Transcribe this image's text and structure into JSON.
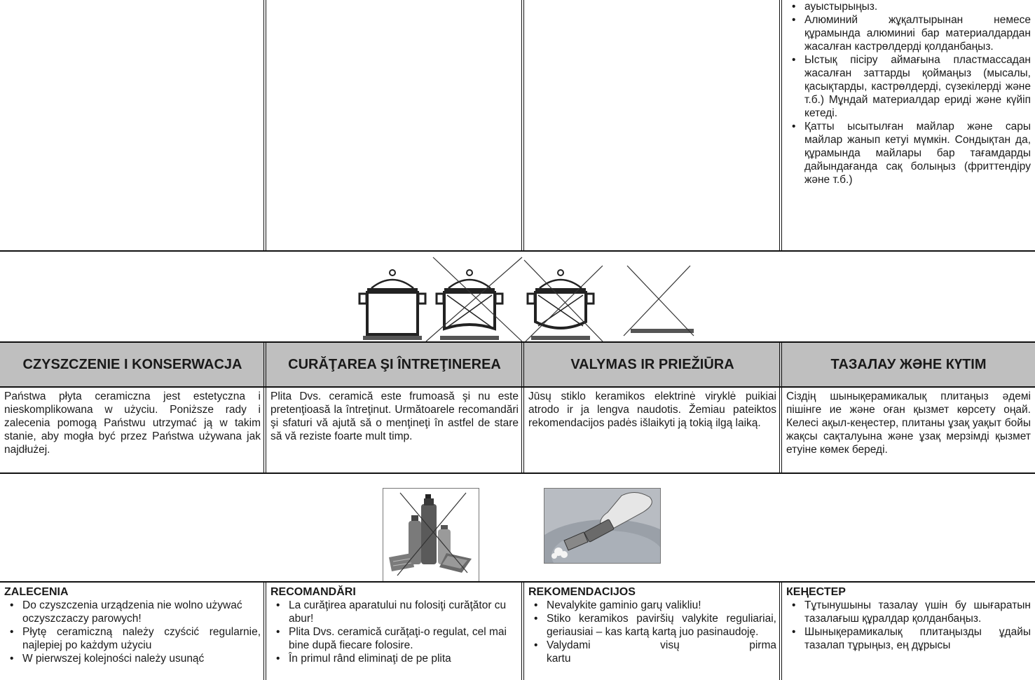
{
  "top_section": {
    "col4_bullets": [
      "ауыстырыңыз.",
      "Алюминий жұқалтырынан немесе құрамында алюминиі бар материалдардан жасалған кастрөлдерді қолданбаңыз.",
      "Ыстық пісіру аймағына пластмассадан жасалған заттарды қоймаңыз (мысалы, қасықтарды, кастрөлдерді, сүзекілерді және т.б.) Мұндай материалдар ериді және күйіп кетеді.",
      "Қатты ысытылған майлар және сары майлар жанып кетуі мүмкін. Сондықтан да, құрамында майлары бар тағамдарды дайындағанда сақ болыңыз (фриттендіру және т.б.)"
    ]
  },
  "headings": [
    "CZYSZCZENIE I KONSERWACJA",
    "CURĂŢAREA ŞI ÎNTREŢINEREA",
    "VALYMAS IR PRIEŽIŪRA",
    "ТАЗАЛАУ ЖӘНЕ КҮТІМ"
  ],
  "intros": [
    "Państwa płyta ceramiczna jest estetyczna i nieskomplikowana w użyciu. Poniższe rady i zalecenia pomogą Państwu utrzymać ją w takim stanie, aby mogła być przez Państwa używana jak najdłużej.",
    "Plita Dvs. ceramică este frumoasă şi nu este pretenţioasă la întreţinut. Următoarele recomandări şi sfaturi vă ajută să o menţineţi în astfel de stare să vă reziste foarte mult timp.",
    "Jūsų stiklo keramikos elektrinė viryklė puikiai atrodo ir ja lengva naudotis. Žemiau pateiktos rekomendacijos padės išlaikyti ją tokią ilgą laiką.",
    "Сіздің шынықерамикалық плитаңыз әдемі пішінге ие және оған қызмет көрсету оңай. Келесі ақыл-кеңестер, плитаны ұзақ уақыт бойы жақсы сақталуына және ұзақ мерзімді қызмет етуіне көмек береді."
  ],
  "recommendations": [
    {
      "title": "ZALECENIA",
      "items": [
        "Do czyszczenia urządzenia nie wolno używać oczyszczaczy parowych!",
        "Płytę ceramiczną należy czyścić regularnie, najlepiej po każdym użyciu",
        "W pierwszej kolejności należy usunąć"
      ]
    },
    {
      "title": "RECOMANDĂRI",
      "items": [
        "La curăţirea aparatului nu folosiţi curăţător cu abur!",
        "Plita Dvs. ceramică curăţaţi-o regulat, cel mai bine după fiecare folosire.",
        "În primul rând eliminaţi de pe plita"
      ]
    },
    {
      "title": "REKOMENDACIJOS",
      "items": [
        "Nevalykite gaminio garų valikliu!",
        "Stiko keramikos paviršių valykite reguliariai, geriausiai – kas kartą kartą juo pasinaudoję.",
        "Valydami visų pirma kartu"
      ]
    },
    {
      "title": "КЕҢЕСТЕР",
      "items": [
        "Тұтынушыны тазалау үшін бу шығаратын тазалағыш құралдар қолданбаңыз.",
        "Шынықерамикалық плитаңызды ұдайы тазалап тұрыңыз, ең дұрысы"
      ]
    }
  ],
  "illustrations": {
    "cookware_icons": [
      "pot-on-flat-base-icon",
      "pot-with-curved-base-crossed-icon",
      "pot-with-curved-base-crossed-icon",
      "no-pot-crossed-icon"
    ],
    "cleaning_icons": [
      "spray-cans-crossed-icon",
      "scraper-cleaning-icon"
    ]
  }
}
